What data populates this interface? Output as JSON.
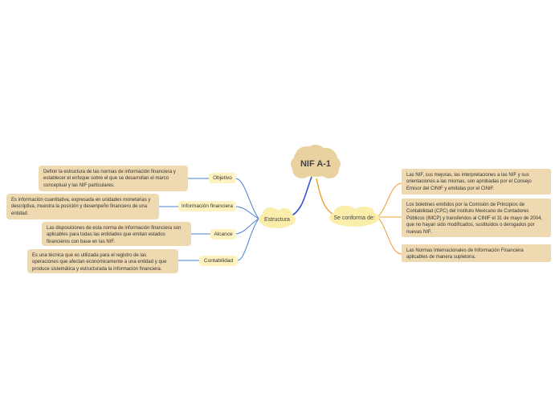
{
  "root": {
    "label": "NIF A-1"
  },
  "left_branch": {
    "label": "Estructura",
    "children": [
      {
        "label": "Objetivo",
        "detail": "Definir la estructura de las normas de información financiera y establecer el enfoque sobre el que se desarrollan el marco conceptual y las NIF particulares."
      },
      {
        "label": "Información financiera",
        "detail": "Es información cuantitativa, expresada en unidades monetarias y descriptiva, muestra la posición y desempeño financiero de una entidad."
      },
      {
        "label": "Alcance",
        "detail": "Las disposiciones de esta norma de información financiera son aplicables para todas las entidades que emitan estados financieros con base en las NIF."
      },
      {
        "label": "Contabilidad",
        "detail": "Es una técnica que es utilizada para el registro de las operaciones que afectan económicamente a una entidad y que produce sistemática y estructurada la información financiera."
      }
    ]
  },
  "right_branch": {
    "label": "Se conforma de:",
    "children": [
      {
        "detail": "Las NIF, sus mejoras, las interpretaciones a las NIF y sus orientaciones a las mismas, son aprobadas por el Consejo Emisor del CINIF y emitidas por el CINIF."
      },
      {
        "detail": "Los boletines emitidos por la Comisión de Principios de Contabilidad (CPC) del Instituto Mexicano de Contadores Públicos (IMCP) y transferidos al CINIF el 31 de mayo de 2004, que no hayan sido modificados, sustituidos o derogados por nuevas NIF."
      },
      {
        "detail": "Las Normas Internacionales de Información Financiera aplicables de manera supletoria."
      }
    ]
  },
  "colors": {
    "left_line": "#4a7fd4",
    "right_line": "#f0a030",
    "root_line": "#3355cc"
  }
}
